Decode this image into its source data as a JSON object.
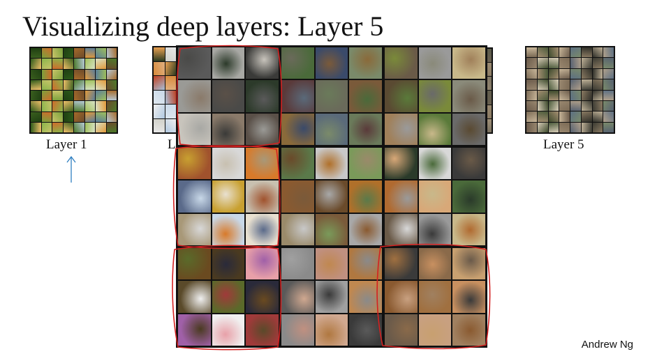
{
  "slide": {
    "title": "Visualizing deep layers: Layer 5",
    "caption_layer1": "Layer 1",
    "caption_layer5": "Layer 5",
    "caption_partial": "L",
    "author": "Andrew Ng"
  },
  "colors": {
    "annotation_red": "#d42020",
    "arrow_blue": "#2f7fc1"
  },
  "layer1_palette": [
    "#3a5f1e",
    "#7aa23c",
    "#c9c46a",
    "#1f3f12",
    "#a66b2a",
    "#e29a3a",
    "#5a7d9a",
    "#b6c9d6",
    "#2c5a1a",
    "#8ab54a",
    "#d06a2a",
    "#f0c06a",
    "#4c7a2a",
    "#9fc05a",
    "#d9e2c6",
    "#6b4a2a"
  ],
  "layer5_palette": [
    "#7b6a55",
    "#a58f72",
    "#3d4a2c",
    "#c9b79a",
    "#5c6f82",
    "#8a7a62",
    "#2e2e28",
    "#b0a08a",
    "#6a5a4a",
    "#d8cdb8",
    "#4a5a3a",
    "#9a8870",
    "#556070",
    "#c0b298",
    "#3a3a32",
    "#7a8a6a"
  ],
  "partial_left_palette": [
    "#2b3a20",
    "#d0d0c8",
    "#d88a3a",
    "#e8a050",
    "#c04020",
    "#e0b080",
    "#dfe8f0",
    "#a8c0d8",
    "#f0f0f0",
    "#c8d8e8",
    "#e8e8e8",
    "#b0c8e0"
  ],
  "partial_right_palette": [
    "#6a6050",
    "#8a7a62",
    "#a09078",
    "#5a5a4a",
    "#9a8a72",
    "#787060"
  ],
  "main_blocks": [
    {
      "tiles": [
        "#5a5a5a",
        "#a8a8a4",
        "#3a3a38",
        "#9a9a96",
        "#4a4a48",
        "#2c3a2a",
        "#c8c4bc",
        "#8a7a6a",
        "#5a5048"
      ]
    },
    {
      "tiles": [
        "#4a6a3a",
        "#3a4a6a",
        "#7a8a6a",
        "#5a3a3a",
        "#6a6a5a",
        "#7a5a3a",
        "#8a6a3a",
        "#5a6a7a",
        "#6a7a5a"
      ]
    },
    {
      "tiles": [
        "#6a5a48",
        "#9a9a9a",
        "#c8b88a",
        "#5a4a32",
        "#7a8a3a",
        "#8a8a7a",
        "#a0805a",
        "#5a7a3a",
        "#6a6a6a"
      ]
    },
    {
      "tiles": [
        "#a0522d",
        "#d8d8d8",
        "#d87a2a",
        "#5a6a8a",
        "#c8a030",
        "#c8c0b0",
        "#a89878",
        "#c8d8e8",
        "#e8e0d0"
      ]
    },
    {
      "tiles": [
        "#5a7a4a",
        "#c8c8c8",
        "#7a9a5a",
        "#8a5a30",
        "#6a4a2a",
        "#b0702a",
        "#9a8a6a",
        "#7a5a3a",
        "#a8a8a8"
      ]
    },
    {
      "tiles": [
        "#2a3a2a",
        "#d8d8d8",
        "#3a3a3a",
        "#b06a30",
        "#d8a878",
        "#4a6a3a",
        "#6a5a48",
        "#9a9a9a",
        "#c8b88a"
      ]
    },
    {
      "tiles": [
        "#6a4a20",
        "#4a3a20",
        "#e8a0a8",
        "#5a4a2a",
        "#5a6a2a",
        "#2a2a3a",
        "#a060a8",
        "#f0f0f0",
        "#a03a3a"
      ]
    },
    {
      "tiles": [
        "#8a8a8a",
        "#c09080",
        "#b07840",
        "#5a5a5a",
        "#a0a0a0",
        "#c08850",
        "#8a8a8a",
        "#d0a890",
        "#3a3a3a"
      ]
    },
    {
      "tiles": [
        "#3a3a3a",
        "#8a6a4a",
        "#c8a070",
        "#8a5a30",
        "#a07040",
        "#c89060",
        "#6a5a4a",
        "#c8a080",
        "#a08060"
      ]
    }
  ]
}
